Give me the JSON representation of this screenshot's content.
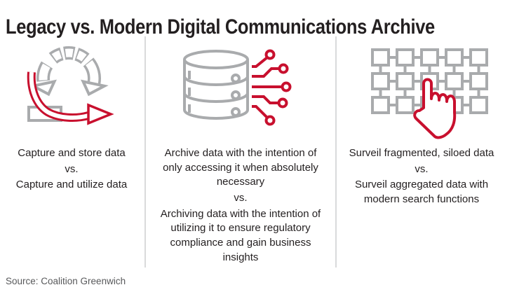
{
  "title": "Legacy vs. Modern Digital Communications Archive",
  "source": "Source: Coalition Greenwich",
  "colors": {
    "red": "#C8102E",
    "icon_gray": "#A9ABAD",
    "divider": "#D9DADB",
    "title_text": "#231F20",
    "body_text": "#231F20",
    "source_text": "#58595B"
  },
  "columns": [
    {
      "icon": "cycle-arrow-icon",
      "legacy": "Capture and store data",
      "vs": "vs.",
      "modern": "Capture and utilize data"
    },
    {
      "icon": "database-network-icon",
      "legacy": "Archive data with the intention of only accessing it when absolutely necessary",
      "vs": "vs.",
      "modern": "Archiving data with the intention of utilizing it to ensure regulatory compliance and gain business insights"
    },
    {
      "icon": "grid-hand-icon",
      "legacy": "Surveil fragmented, siloed data",
      "vs": "vs.",
      "modern": "Surveil aggregated data with modern search functions"
    }
  ]
}
